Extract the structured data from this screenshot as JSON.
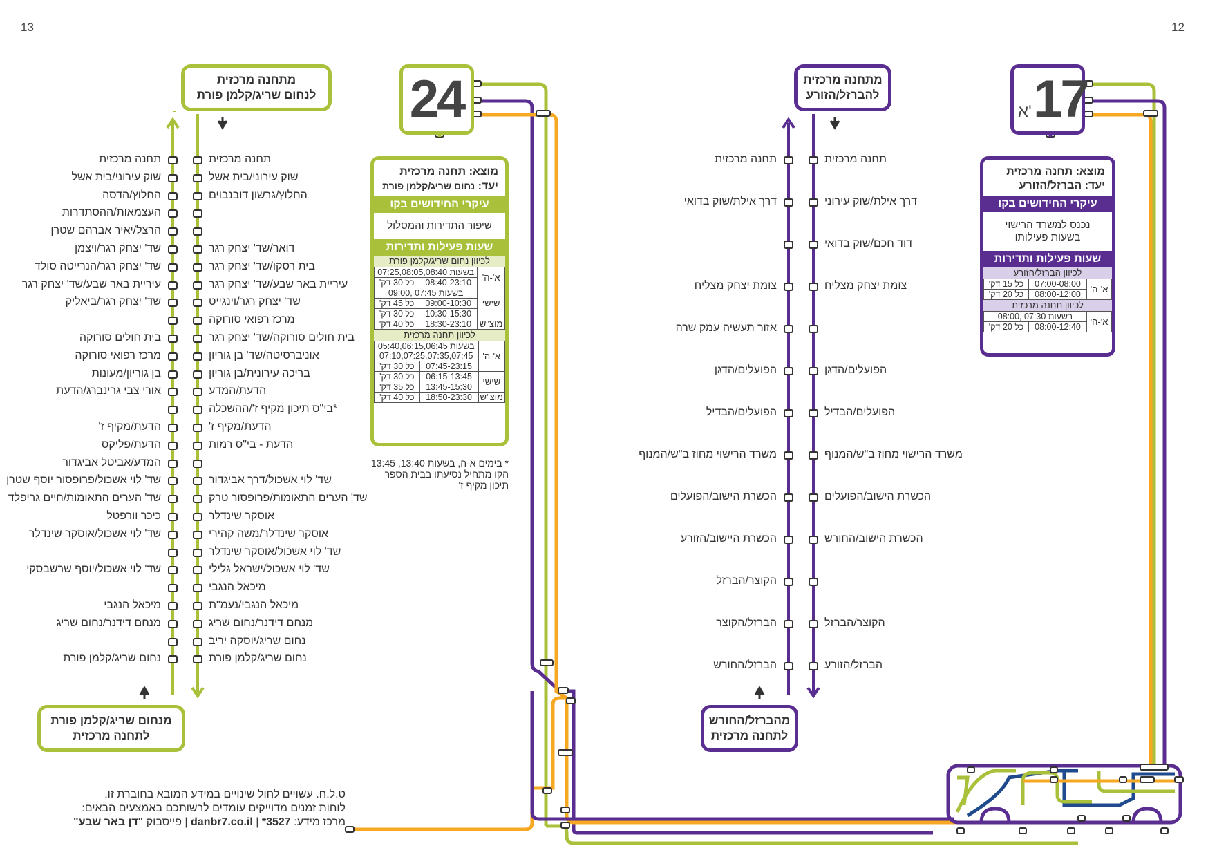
{
  "pages": {
    "left": "13",
    "right": "12"
  },
  "colors": {
    "green": "#a8c03a",
    "purple": "#5a2d91",
    "orange": "#f7a823",
    "navy": "#1f4b8e",
    "lavender": "#d9cfe9",
    "pale_green": "#e6edc6"
  },
  "route24": {
    "number": "24",
    "top_terminal": [
      "מתחנה מרכזית",
      "לנחום שריג/קלמן פורת"
    ],
    "bottom_terminal": [
      "מנחום שריג/קלמן פורת",
      "לתחנה מרכזית"
    ],
    "origin_label": "מוצא:",
    "origin": "תחנה מרכזית",
    "dest_label": "יעד:",
    "dest": "נחום שריג/קלמן פורת",
    "news_title": "עיקרי החידושים בקו",
    "news": "שיפור התדירות והמסלול",
    "hours_title": "שעות פעילות ותדירות",
    "dir1": "לכיוון נחום שריג/קלמן פורת",
    "dir2": "לכיוון תחנה מרכזית",
    "t1": [
      [
        "א'-ה'",
        "בשעות 07:25,08:05,08:40",
        ""
      ],
      [
        "",
        "08:40-23:10",
        "כל 30 דק'"
      ],
      [
        "שישי",
        "בשעות 07:45 ,09:00",
        ""
      ],
      [
        "",
        "09:00-10:30",
        "כל 45 דק'"
      ],
      [
        "",
        "10:30-15:30",
        "כל 30 דק'"
      ],
      [
        "מוצ\"ש",
        "18:30-23:10",
        "כל 40 דק'"
      ]
    ],
    "t2": [
      [
        "א'-ה'",
        "בשעות 05:40,06:15,06:45 07:10,07:25,07:35,07:45",
        ""
      ],
      [
        "",
        "07:45-23:15",
        "כל 30 דק'"
      ],
      [
        "שישי",
        "06:15-13:45",
        "כל 30 דק'"
      ],
      [
        "",
        "13:45-15:30",
        "כל 35 דק'"
      ],
      [
        "מוצ\"ש",
        "18:50-23:30",
        "כל 40 דק'"
      ]
    ],
    "note": [
      "* בימים א-ה, בשעות 13:40, 13:45",
      "הקו מתחיל נסיעתו בבית הספר",
      "תיכון מקיף ז'"
    ],
    "stops_forward": [
      "תחנה מרכזית",
      "שוק עירוני/בית אשל",
      "החלוץ/גרשון דובנבוים",
      "",
      "",
      "דואר/שד' יצחק רגר",
      "בית רסקו/שד' יצחק רגר",
      "עיריית באר שבע/שד' יצחק רגר",
      "שד' יצחק רגר/וינגייט",
      "מרכז רפואי סורוקה",
      "בית חולים סורוקה/שד' יצחק רגר",
      "אוניברסיטה/שד' בן גוריון",
      "בריכה עירונית/בן גוריון",
      "הדעת/המדע",
      "*בי\"ס תיכון מקיף ז'/ההשכלה",
      "הדעת/מקיף ז'",
      "הדעת - בי\"ס רמות",
      "",
      "שד' לוי אשכול/דרך אביגדור",
      "שד' הערים התאומות/פרופסור טרק",
      "אוסקר שינדלר",
      "אוסקר שינדלר/משה קהירי",
      "שד' לוי אשכול/אוסקר שינדלר",
      "שד' לוי אשכול/ישראל גלילי",
      "מיכאל הנגבי",
      "מיכאל הנגבי/נעמ\"ת",
      "מנחם דידנר/נחום שריג",
      "נחום שריג/יוסקה יריב",
      "נחום שריג/קלמן פורת"
    ],
    "stops_back": [
      "תחנה מרכזית",
      "שוק עירוני/בית אשל",
      "החלוץ/הדסה",
      "העצמאות/ההסתדרות",
      "הרצל/יאיר אברהם שטרן",
      "שד' יצחק רגר/ויצמן",
      "שד' יצחק רגר/הנרייטה סולד",
      "עיריית באר שבע/שד' יצחק רגר",
      "שד' יצחק רגר/ביאליק",
      "",
      "בית חולים סורוקה",
      "מרכז רפואי סורוקה",
      "בן גוריון/מעונות",
      "אורי צבי גרינברג/הדעת",
      "",
      "הדעת/מקיף ז'",
      "הדעת/פליקס",
      "המדע/אביטל אביגדור",
      "שד' לוי אשכול/פרופסור יוסף שטרן",
      "שד' הערים התאומות/חיים גריפלד",
      "כיכר וורפטל",
      "שד' לוי אשכול/אוסקר שינדלר",
      "",
      "שד' לוי אשכול/יוסף שרשבסקי",
      "",
      "מיכאל הנגבי",
      "מנחם דידנר/נחום שריג",
      "",
      "נחום שריג/קלמן פורת"
    ]
  },
  "route17": {
    "number": "17",
    "suffix": "א'",
    "top_terminal": [
      "מתחנה מרכזית",
      "להברזל/הזורע"
    ],
    "bottom_terminal": [
      "מהברזל/החורש",
      "לתחנה מרכזית"
    ],
    "origin_label": "מוצא:",
    "origin": "תחנה מרכזית",
    "dest_label": "יעד:",
    "dest": "הברזל/הזורע",
    "news_title": "עיקרי החידושים בקו",
    "news": "נכנס למשרד הרישוי בשעות פעילותו",
    "hours_title": "שעות פעילות ותדירות",
    "dir1": "לכיוון הברזל/הזורע",
    "dir2": "לכיוון תחנה מרכזית",
    "t1": [
      [
        "א'-ה'",
        "07:00-08:00",
        "כל 15 דק'"
      ],
      [
        "",
        "08:00-12:00",
        "כל 20 דק'"
      ]
    ],
    "t2": [
      [
        "א'-ה'",
        "בשעות 07:30 ,08:00",
        ""
      ],
      [
        "",
        "08:00-12:40",
        "כל 20 דק'"
      ]
    ],
    "stops_forward": [
      "תחנה מרכזית",
      "דרך אילת/שוק עירוני",
      "דוד חכם/שוק בדואי",
      "צומת יצחק מצליח",
      "",
      "הפועלים/הדגן",
      "הפועלים/הבדיל",
      "משרד הרישוי מחוז ב\"ש/המנוף",
      "הכשרת הישוב/הפועלים",
      "הכשרת הישוב/החורש",
      "",
      "הקוצר/הברזל",
      "הברזל/הזורע"
    ],
    "stops_back": [
      "תחנה מרכזית",
      "דרך אילת/שוק בדואי",
      "",
      "צומת יצחק מצליח",
      "אזור תעשיה עמק שרה",
      "הפועלים/הדגן",
      "הפועלים/הבדיל",
      "משרד הרישוי מחוז ב\"ש/המנוף",
      "הכשרת הישוב/הפועלים",
      "הכשרת היישוב/הזורע",
      "הקוצר/הברזל",
      "הברזל/הקוצר",
      "הברזל/החורש"
    ]
  },
  "footer": {
    "line1": "ט.ל.ח. עשויים לחול שינויים במידע המובא בחוברת זו,",
    "line2": "לוחות זמנים מדוייקים עומדים לרשותכם באמצעים הבאים:",
    "line3_prefix": "מרכז מידע:",
    "phone": "3527*",
    "site": "danbr7.co.il",
    "fb_prefix": "פייסבוק",
    "fb_name": "\"דן באר שבע\""
  }
}
